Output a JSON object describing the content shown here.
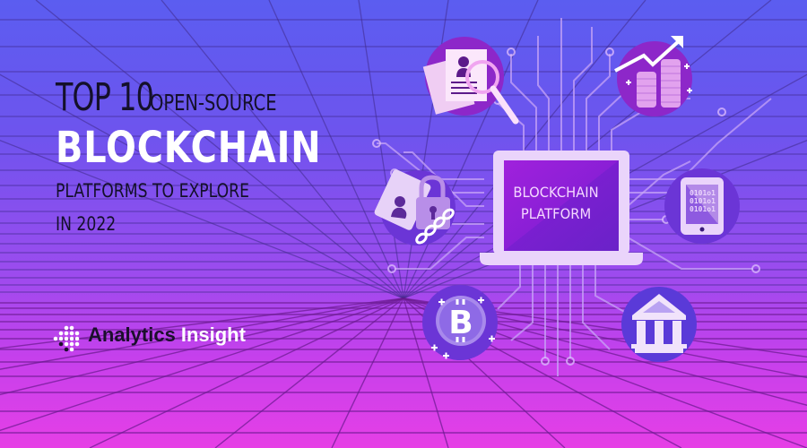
{
  "headline": {
    "top10": "TOP 10",
    "opensource": "OPEN-SOURCE",
    "blockchain": "BLOCKCHAIN",
    "line3": "PLATFORMS TO EXPLORE",
    "line4": "IN 2022"
  },
  "logo": {
    "word1": "Analytics",
    "word2": "Insight"
  },
  "illustration": {
    "laptop_screen_line1": "BLOCKCHAIN",
    "laptop_screen_line2": "PLATFORM",
    "tablet_binary": [
      "0101o1",
      "0101o1",
      "0101o1"
    ],
    "icons": [
      "resume-search-icon",
      "coins-growth-icon",
      "id-lock-chain-icon",
      "tablet-binary-icon",
      "bitcoin-icon",
      "bank-icon"
    ]
  },
  "colors": {
    "bg_top": "#5b5df0",
    "bg_bottom": "#e63fe6",
    "headline_dark": "#14102a",
    "headline_white": "#ffffff",
    "laptop_frame": "#ead4fb",
    "laptop_screen": "#8a1fd6"
  }
}
